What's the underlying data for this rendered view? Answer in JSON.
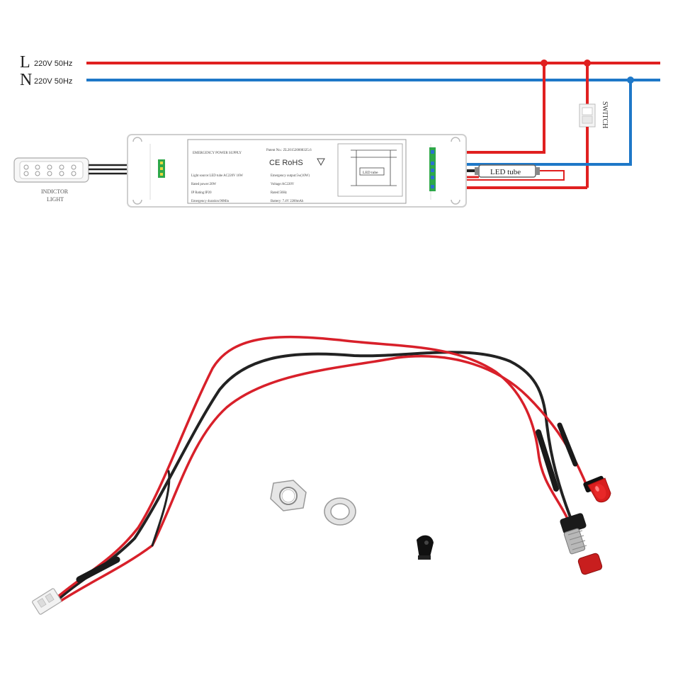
{
  "mains": {
    "l_letter": "L",
    "l_text": "220V  50Hz",
    "n_letter": "N",
    "n_text": "220V  50Hz",
    "l_color": "#e02020",
    "n_color": "#1e78c8"
  },
  "switch_label": "SWITCH",
  "indicator": {
    "line1": "INDICTOR",
    "line2": "LIGHT"
  },
  "module": {
    "small_title": "EMERGENCY POWER SUPPLY",
    "patent": "Patent No.: ZL201520008325.6",
    "cert": "CE RoHS",
    "specs_left": [
      "Light source:LED tube  AC220V 16W",
      "Rated power:20W",
      "IP Rating:IP20",
      "Emergency duration:90Min"
    ],
    "specs_right": [
      "Emergency output:5w(10W)",
      "Voltage:AC220V",
      "Rated:50Hz",
      "Battery: 7.4V 2200mAh"
    ],
    "inner_label": "LED tube"
  },
  "led_tube_label": "LED tube",
  "colors": {
    "red_wire": "#d8202a",
    "black_wire": "#222222",
    "connector_green": "#2ea84a",
    "connector_blue": "#2a6fd0"
  }
}
